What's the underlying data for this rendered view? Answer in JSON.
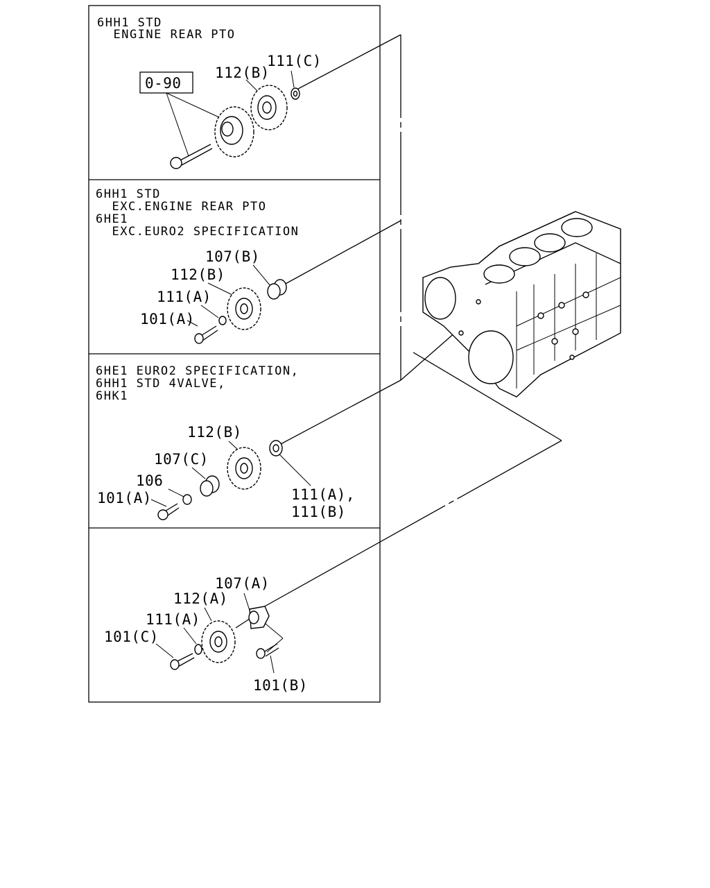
{
  "panels": [
    {
      "header": [
        "6HH1 STD",
        "  ENGINE REAR PTO"
      ],
      "labels": {
        "ref": "0-90",
        "gear": "112(B)",
        "washer": "111(C)"
      }
    },
    {
      "header": [
        "6HH1 STD",
        "  EXC.ENGINE REAR PTO",
        "6HE1",
        "  EXC.EURO2 SPECIFICATION"
      ],
      "labels": {
        "shaft": "107(B)",
        "gear": "112(B)",
        "washer": "111(A)",
        "bolt": "101(A)"
      }
    },
    {
      "header": [
        "6HE1 EURO2 SPECIFICATION,",
        "6HH1 STD 4VALVE,",
        "6HK1"
      ],
      "labels": {
        "gear": "112(B)",
        "shaft": "107(C)",
        "washer": "106",
        "bolt": "101(A)",
        "bushing_1": "111(A),",
        "bushing_2": "111(B)"
      }
    },
    {
      "header": [],
      "labels": {
        "shaft": "107(A)",
        "gear": "112(A)",
        "washer": "111(A)",
        "bolt_c": "101(C)",
        "bolt_b": "101(B)"
      }
    }
  ]
}
